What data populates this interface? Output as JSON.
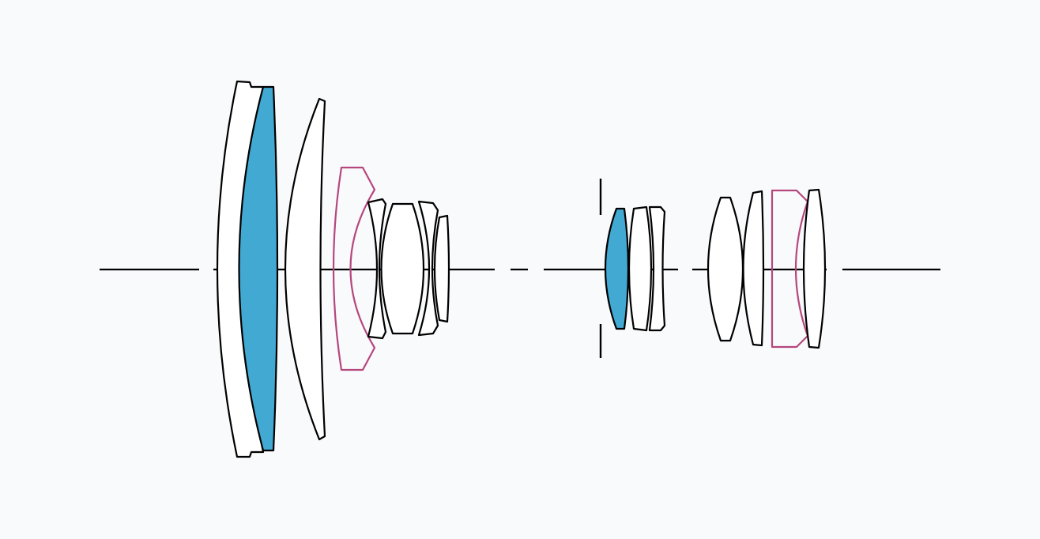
{
  "diagram": {
    "colors": {
      "background": "#f9fafb",
      "outline": "#000000",
      "glass": "#ffffff",
      "special_element": "#42a9d3",
      "aspherical_element": "#b5477e"
    },
    "element_types": [
      "standard-element",
      "special-dispersion-element",
      "aspherical-element",
      "aperture-stop",
      "optical-axis"
    ]
  }
}
